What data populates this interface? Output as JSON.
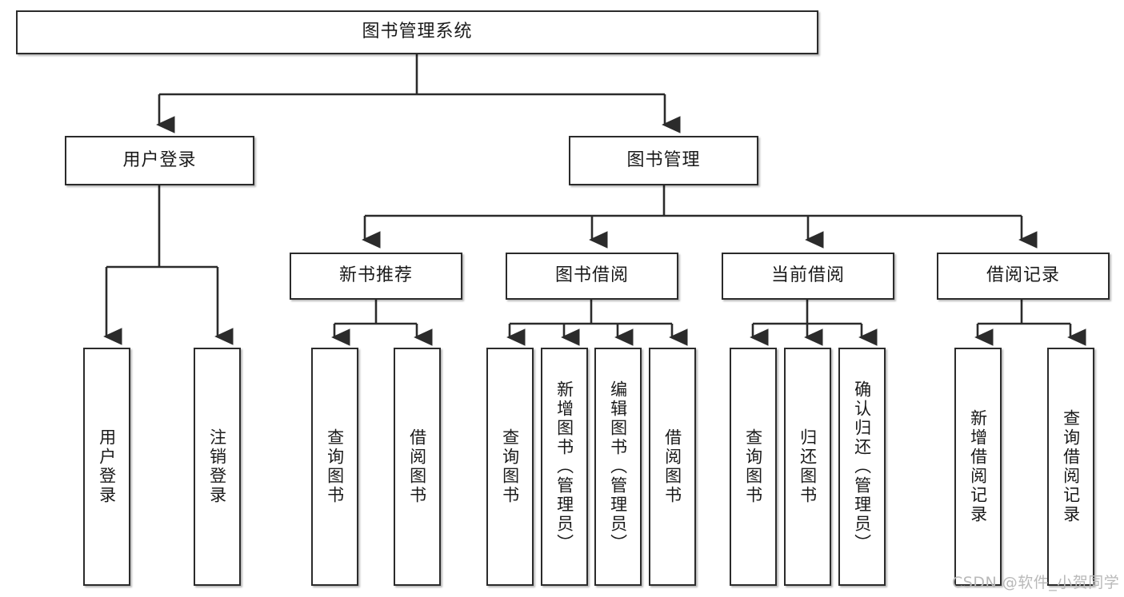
{
  "diagram": {
    "title": "图书管理系统",
    "type": "tree-hierarchy-diagram",
    "root": {
      "label": "图书管理系统"
    },
    "level2": [
      {
        "label": "用户登录"
      },
      {
        "label": "图书管理"
      }
    ],
    "level3": [
      {
        "label": "新书推荐"
      },
      {
        "label": "图书借阅"
      },
      {
        "label": "当前借阅"
      },
      {
        "label": "借阅记录"
      }
    ],
    "leaves": {
      "user_login": [
        {
          "label": "用户登录"
        },
        {
          "label": "注销登录"
        }
      ],
      "new_book_recommend": [
        {
          "label": "查询图书"
        },
        {
          "label": "借阅图书"
        }
      ],
      "book_borrow": [
        {
          "label": "查询图书"
        },
        {
          "label": "新增图书（管理员）"
        },
        {
          "label": "编辑图书（管理员）"
        },
        {
          "label": "借阅图书"
        }
      ],
      "current_borrow": [
        {
          "label": "查询图书"
        },
        {
          "label": "归还图书"
        },
        {
          "label": "确认归还（管理员）"
        }
      ],
      "borrow_records": [
        {
          "label": "新增借阅记录"
        },
        {
          "label": "查询借阅记录"
        }
      ]
    }
  },
  "watermark": {
    "text": "CSDN @软件_小贺同学"
  },
  "colors": {
    "box_border": "#2b2b2b",
    "box_fill": "#ffffff",
    "line": "#2b2b2b",
    "text": "#1a1a1a",
    "watermark": "#b9b9b9",
    "page_background": "#ffffff"
  }
}
